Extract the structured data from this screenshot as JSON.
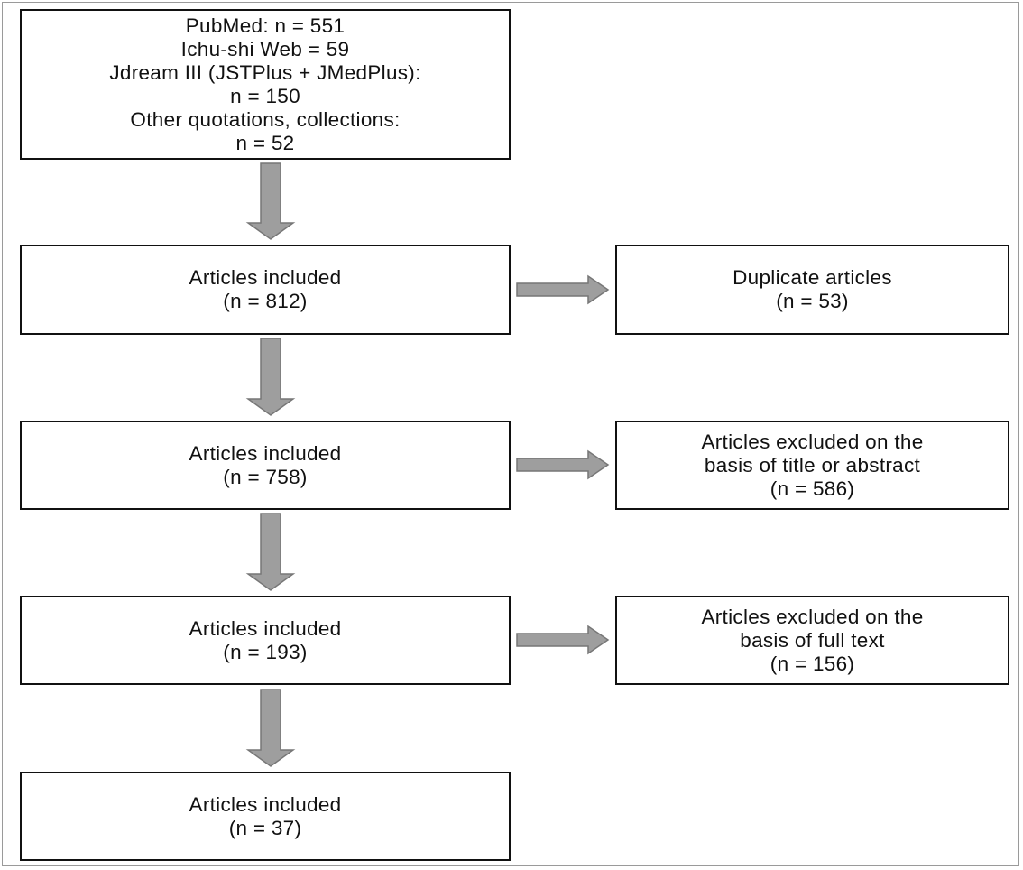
{
  "diagram": {
    "colors": {
      "border": "#111111",
      "arrow_fill": "#9e9e9e",
      "arrow_stroke": "#777777",
      "frame": "#9a9a9a"
    },
    "boxes": {
      "sources": [
        "PubMed: n = 551",
        "Ichu-shi Web = 59",
        "Jdream III (JSTPlus + JMedPlus):",
        "n = 150",
        "Other quotations, collections:",
        "n = 52"
      ],
      "included_1": [
        "Articles included",
        "(n = 812)"
      ],
      "duplicates": [
        "Duplicate articles",
        "(n = 53)"
      ],
      "included_2": [
        "Articles included",
        "(n = 758)"
      ],
      "excluded_title_abstract": [
        "Articles excluded on the",
        "basis of title or abstract",
        "(n = 586)"
      ],
      "included_3": [
        "Articles included",
        "(n = 193)"
      ],
      "excluded_full_text": [
        "Articles excluded on the",
        "basis of full text",
        "(n = 156)"
      ],
      "included_final": [
        "Articles included",
        "(n = 37)"
      ]
    }
  }
}
